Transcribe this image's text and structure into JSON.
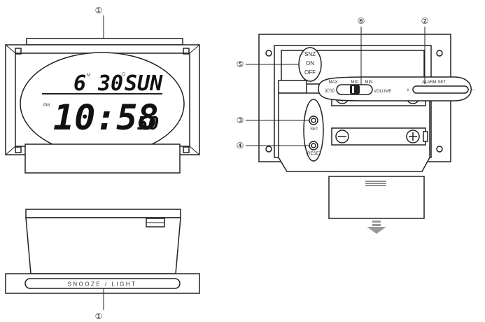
{
  "callouts": {
    "c1": "①",
    "c2": "②",
    "c3": "③",
    "c4": "④",
    "c5": "⑤",
    "c6": "⑥"
  },
  "display": {
    "month": "6",
    "m_mark": "M",
    "day": "30",
    "d_mark": "D",
    "weekday": "SUN",
    "ampm": "PM",
    "time": "10:58",
    "seconds": "50"
  },
  "bottom_bar": {
    "label": "SNOOZE / LIGHT"
  },
  "back": {
    "snz": "SNZ",
    "on": "ON",
    "off": "OFF",
    "max": "MAX",
    "mid": "MID",
    "min": "MIN",
    "volume": "VOLUME",
    "sound_icon": "(((•)))",
    "alarm_set": "ALARM SET",
    "plus": "+",
    "minus": "−",
    "set": "SET",
    "reset": "RESET"
  },
  "colors": {
    "line": "#222222",
    "light_gray": "#e6e6e6",
    "dark_fill": "#111111"
  }
}
